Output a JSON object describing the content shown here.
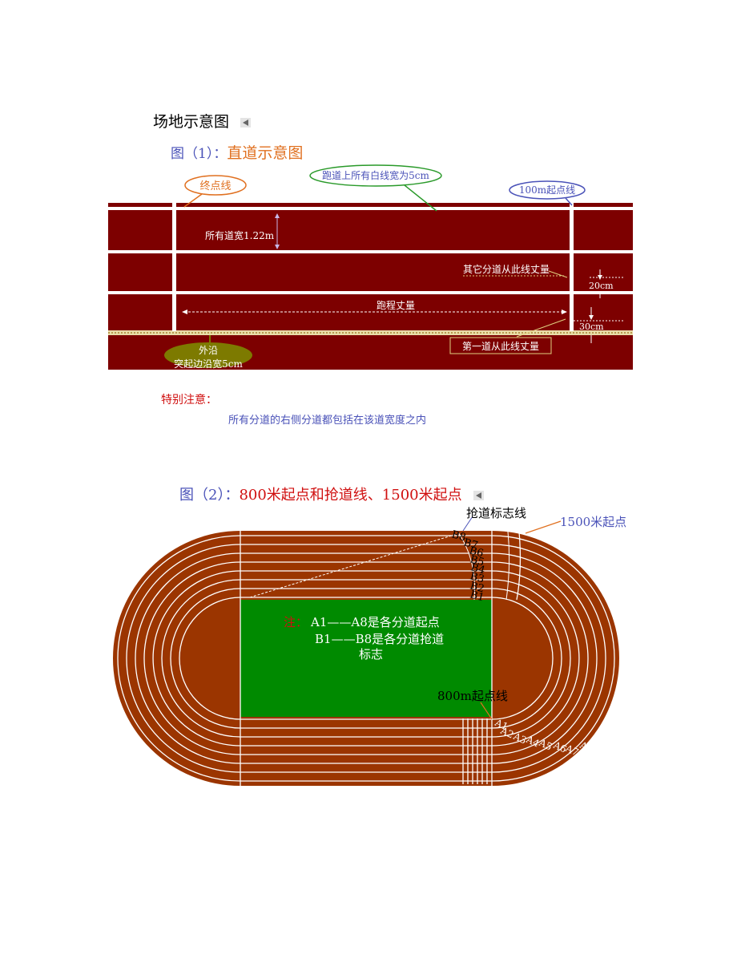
{
  "page_title": "场地示意图",
  "fig1": {
    "title_prefix": "图（1）：",
    "title_main": "直道示意图",
    "labels": {
      "finish_line": "终点线",
      "white_line_width": "跑道上所有白线宽为5cm",
      "start_100m": "100m起点线",
      "lane_width": "所有道宽1.22m",
      "other_lanes_measure": "其它分道从此线丈量",
      "d20": "20cm",
      "distance_measure": "跑程丈量",
      "d30": "30cm",
      "lane1_measure": "第一道从此线丈量",
      "outer_edge": "外沿",
      "curb_width": "突起边沿宽5cm"
    }
  },
  "note": {
    "heading": "特别注意：",
    "text": "所有分道的右侧分道都包括在该道宽度之内"
  },
  "fig2": {
    "title_prefix": "图（2）：",
    "title_main": "800米起点和抢道线、1500米起点",
    "labels": {
      "break_line": "抢道标志线",
      "start_1500": "1500米起点",
      "note_prefix": "注：",
      "note_line1": "A1——A8是各分道起点",
      "note_line2": "B1——B8是各分道抢道",
      "note_line3": "标志",
      "start_800": "800m起点线"
    },
    "b_marks": [
      "B1",
      "B2",
      "B3",
      "B4",
      "B5",
      "B6",
      "B7",
      "B8"
    ],
    "a_marks": [
      "A1",
      "A2",
      "A3",
      "A4",
      "A5",
      "A6",
      "A7",
      "A8"
    ]
  },
  "colors": {
    "track_red": "#7d0000",
    "oval_brown": "#9b3500",
    "field_green": "#008a00",
    "orange_text": "#e07020",
    "blue_text": "#4a52b8",
    "red_text": "#d01010"
  }
}
